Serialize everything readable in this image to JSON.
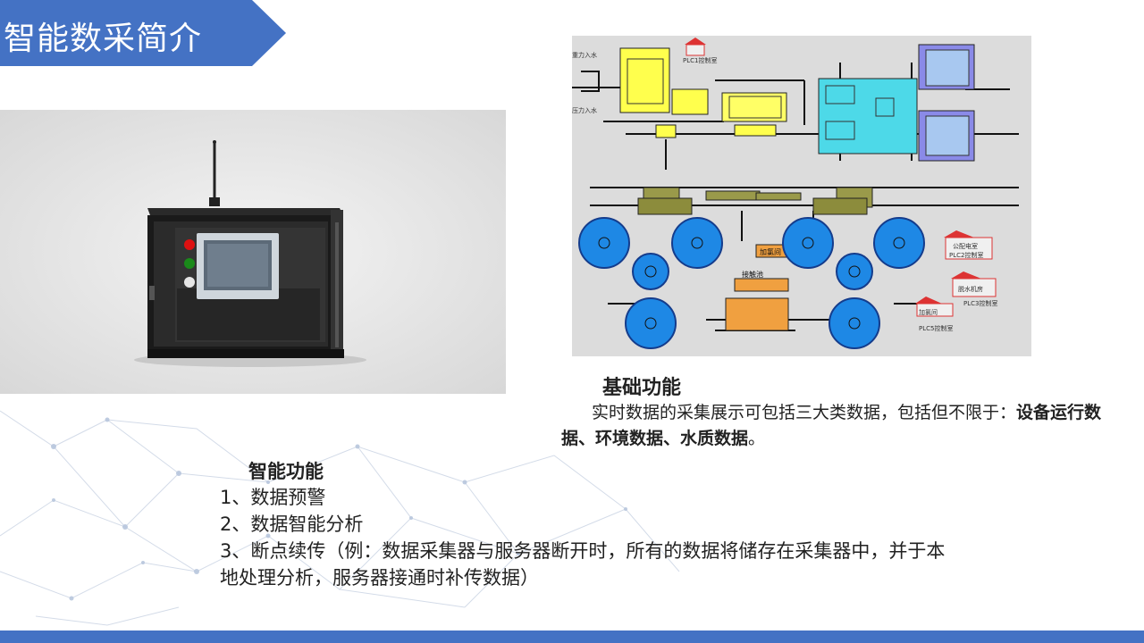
{
  "title": "智能数采简介",
  "colors": {
    "accent": "#4472c4",
    "diagram_bg": "#dcdcdc",
    "pool": "#1e88e5",
    "pump": "#ffff4d",
    "tank": "#4dd9e8",
    "building": "#d33"
  },
  "diagram_labels": {
    "water_in": "重力入水",
    "pressure_in": "压力入水",
    "plc1": "PLC1控制室",
    "plc2_title": "公配电室",
    "plc2": "PLC2控制室",
    "dewater": "脱水机房",
    "plc3": "PLC3控制室",
    "chlorine": "加氯间",
    "plc5": "PLC5控制室",
    "contact_pool": "接触池",
    "chlorine_room": "加氯间"
  },
  "basic": {
    "heading": "基础功能",
    "desc_plain": "实时数据的采集展示可包括三大类数据，包括但不限于：",
    "desc_bold": "设备运行数据、环境数据、水质数据",
    "desc_end": "。"
  },
  "smart": {
    "heading": "智能功能",
    "items": [
      "1、数据预警",
      "2、数据智能分析",
      "3、断点续传（例：数据采集器与服务器断开时，所有的数据将储存在采集器中，并于本地处理分析，服务器接通时补传数据）"
    ]
  }
}
